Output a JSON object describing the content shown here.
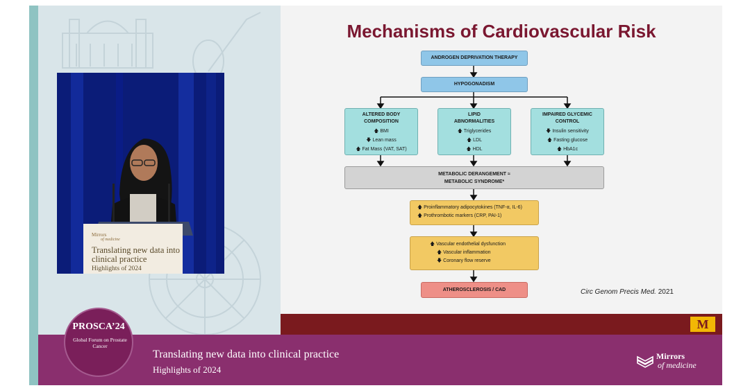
{
  "slide": {
    "title": "Mechanisms of Cardiovascular Risk",
    "adt": "ANDROGEN DEPRIVATION THERAPY",
    "hypogonadism": "HYPOGONADISM",
    "body": {
      "title_1": "ALTERED BODY",
      "title_2": "COMPOSITION",
      "item_1": "BMI",
      "item_2": "Lean mass",
      "item_3": "Fat Mass (VAT, SAT)"
    },
    "lipid": {
      "title_1": "LIPID",
      "title_2": "ABNORMALITIES",
      "item_1": "Triglycerides",
      "item_2": "LDL",
      "item_3": "HDL"
    },
    "glycemic": {
      "title_1": "IMPAIRED GLYCEMIC",
      "title_2": "CONTROL",
      "item_1": "Insulin sensitivity",
      "item_2": "Fasting glucose",
      "item_3": "HbA1c"
    },
    "metabolic": {
      "line_1": "METABOLIC DERANGEMENT ≈",
      "line_2": "METABOLIC SYNDROME*"
    },
    "inflammatory": {
      "item_1": "Proinflammatory adipocytokines (TNF-α, IL-6)",
      "item_2": "Prothrombotic markers (CRP, PAI-1)"
    },
    "vascular": {
      "item_1": "Vascular endothelial dysfunction",
      "item_2": "Vascular inflammation",
      "item_3": "Coronary flow reserve"
    },
    "outcome": "ATHEROSCLEROSIS / CAD",
    "citation": "Circ Genom Precis Med.",
    "citation_year": "2021",
    "logo_letter": "M"
  },
  "podium": {
    "brand": "Mirrors",
    "brand_sub": "of medicine",
    "title": "Translating new data into clinical practice",
    "subtitle": "Highlights of 2024"
  },
  "banner": {
    "event": "PROSCA’24",
    "event_sub": "Global Forum on Prostate Cancer",
    "title": "Translating new data into clinical practice",
    "subtitle": "Highlights of 2024",
    "brand": "Mirrors",
    "brand_sub": "of medicine"
  },
  "colors": {
    "title": "#7a1730",
    "banner": "#8a2f6e",
    "footer_stripe": "#7a1a1e",
    "logo_gold": "#f2b705"
  }
}
